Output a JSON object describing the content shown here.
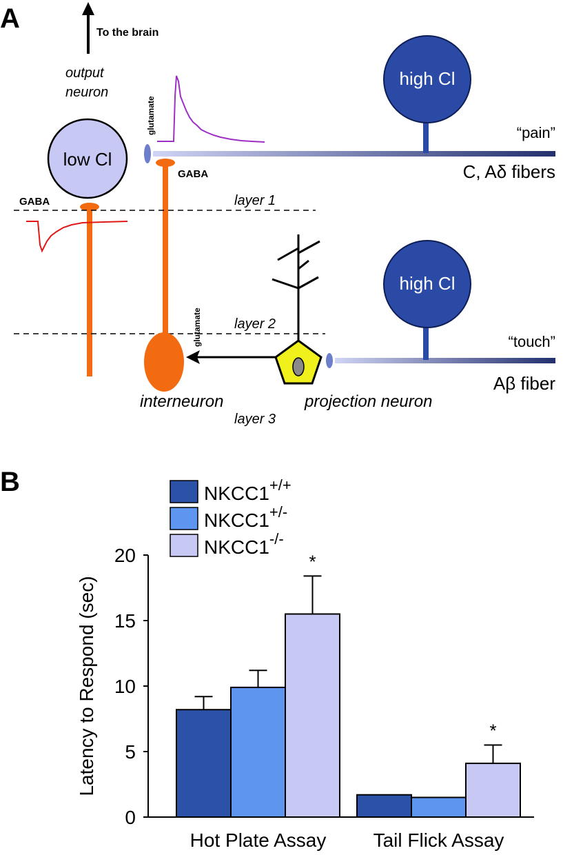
{
  "panel_a": {
    "letter": "A",
    "to_brain": "To the brain",
    "output_neuron_line1": "output",
    "output_neuron_line2": "neuron",
    "low_cl": "low Cl",
    "high_cl_top": "high Cl",
    "high_cl_bottom": "high Cl",
    "glutamate_top": "glutamate",
    "glutamate_mid": "glutamate",
    "gaba_left": "GABA",
    "gaba_right": "GABA",
    "pain": "“pain”",
    "c_fibers": "C, Aδ fibers",
    "layer1": "layer 1",
    "layer2": "layer 2",
    "layer3": "layer 3",
    "touch": "“touch”",
    "abeta": "Aβ fiber",
    "interneuron": "interneuron",
    "projection_neuron": "projection neuron",
    "colors": {
      "dark_blue": "#2a4aa6",
      "light_lavender": "#c8c8f5",
      "orange": "#f26b10",
      "purple_trace": "#9d2fc4",
      "red_trace": "#e01818",
      "yellow": "#f0f01c"
    }
  },
  "panel_b": {
    "letter": "B",
    "chart_data": {
      "type": "bar",
      "categories": [
        "Hot Plate Assay",
        "Tail Flick Assay"
      ],
      "ylabel": "Latency to Respond (sec)",
      "ylim": [
        0,
        20
      ],
      "yticks": [
        "0",
        "5",
        "10",
        "15",
        "20"
      ],
      "series": [
        {
          "name": "NKCC1",
          "sup": "+/+",
          "color": "#2c52a8",
          "values": [
            8.2,
            1.7
          ],
          "errors": [
            1.0,
            0
          ]
        },
        {
          "name": "NKCC1",
          "sup": "+/-",
          "color": "#5d95ef",
          "values": [
            9.9,
            1.5
          ],
          "errors": [
            1.3,
            0
          ]
        },
        {
          "name": "NKCC1",
          "sup": "-/-",
          "color": "#c8c8f5",
          "values": [
            15.5,
            4.1
          ],
          "errors": [
            2.9,
            1.4
          ]
        }
      ],
      "significance": [
        [
          "",
          "",
          "*"
        ],
        [
          "",
          "",
          "*"
        ]
      ],
      "legend_position": "top"
    }
  }
}
